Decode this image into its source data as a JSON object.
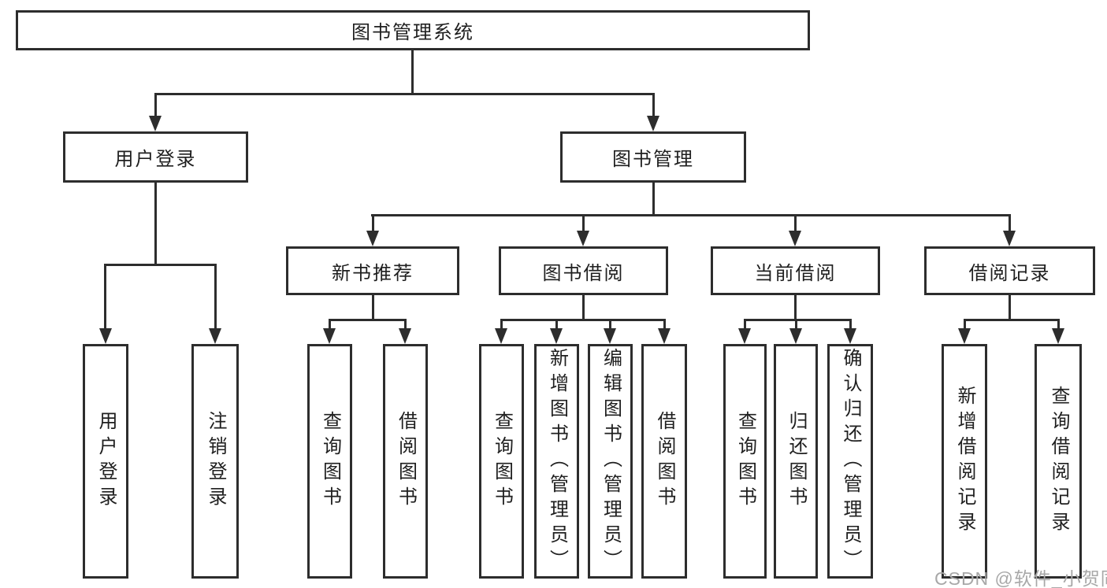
{
  "diagram": {
    "title_node": {
      "label": "图书管理系统"
    },
    "level1": [
      {
        "label": "用户登录"
      },
      {
        "label": "图书管理"
      }
    ],
    "level2": [
      {
        "label": "新书推荐"
      },
      {
        "label": "图书借阅"
      },
      {
        "label": "当前借阅"
      },
      {
        "label": "借阅记录"
      }
    ],
    "leaves": [
      {
        "label": "用户登录",
        "parent": "用户登录"
      },
      {
        "label": "注销登录",
        "parent": "用户登录"
      },
      {
        "label": "查询图书",
        "parent": "新书推荐"
      },
      {
        "label": "借阅图书",
        "parent": "新书推荐"
      },
      {
        "label": "查询图书",
        "parent": "图书借阅"
      },
      {
        "label": "新增图书（管理员）",
        "parent": "图书借阅"
      },
      {
        "label": "编辑图书（管理员）",
        "parent": "图书借阅"
      },
      {
        "label": "借阅图书",
        "parent": "图书借阅"
      },
      {
        "label": "查询图书",
        "parent": "当前借阅"
      },
      {
        "label": "归还图书",
        "parent": "当前借阅"
      },
      {
        "label": "确认归还（管理员）",
        "parent": "当前借阅"
      },
      {
        "label": "新增借阅记录",
        "parent": "借阅记录"
      },
      {
        "label": "查询借阅记录",
        "parent": "借阅记录"
      }
    ],
    "colors": {
      "line": "#2d2d2d",
      "text": "#1f1f1f",
      "background": "#ffffff",
      "watermark": "#a8a8a8"
    }
  },
  "watermark": {
    "text": "CSDN @软件_小贺同学"
  }
}
